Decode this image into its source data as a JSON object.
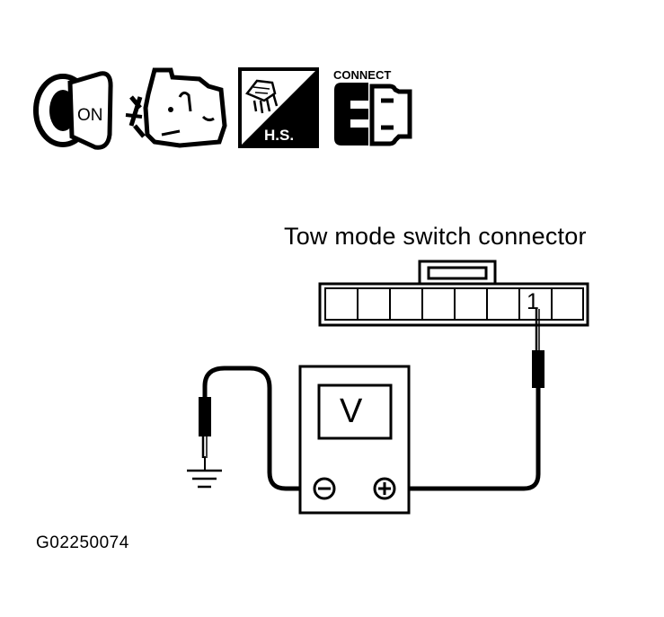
{
  "condition_icons": {
    "ignition_icon_label": "ON",
    "hs_icon_label": "H.S.",
    "connect_icon_label": "CONNECT",
    "icon_names": [
      "ignition-key-on-icon",
      "engine-stopped-icon",
      "harness-side-icon",
      "connector-connect-icon"
    ]
  },
  "diagram": {
    "connector_title": "Tow mode switch connector",
    "terminal_number": "1",
    "meter_display": "V",
    "minus_symbol": "⊖",
    "plus_symbol": "⊕"
  },
  "figure_code": "G02250074",
  "colors": {
    "ink": "#000000",
    "background": "#ffffff"
  }
}
